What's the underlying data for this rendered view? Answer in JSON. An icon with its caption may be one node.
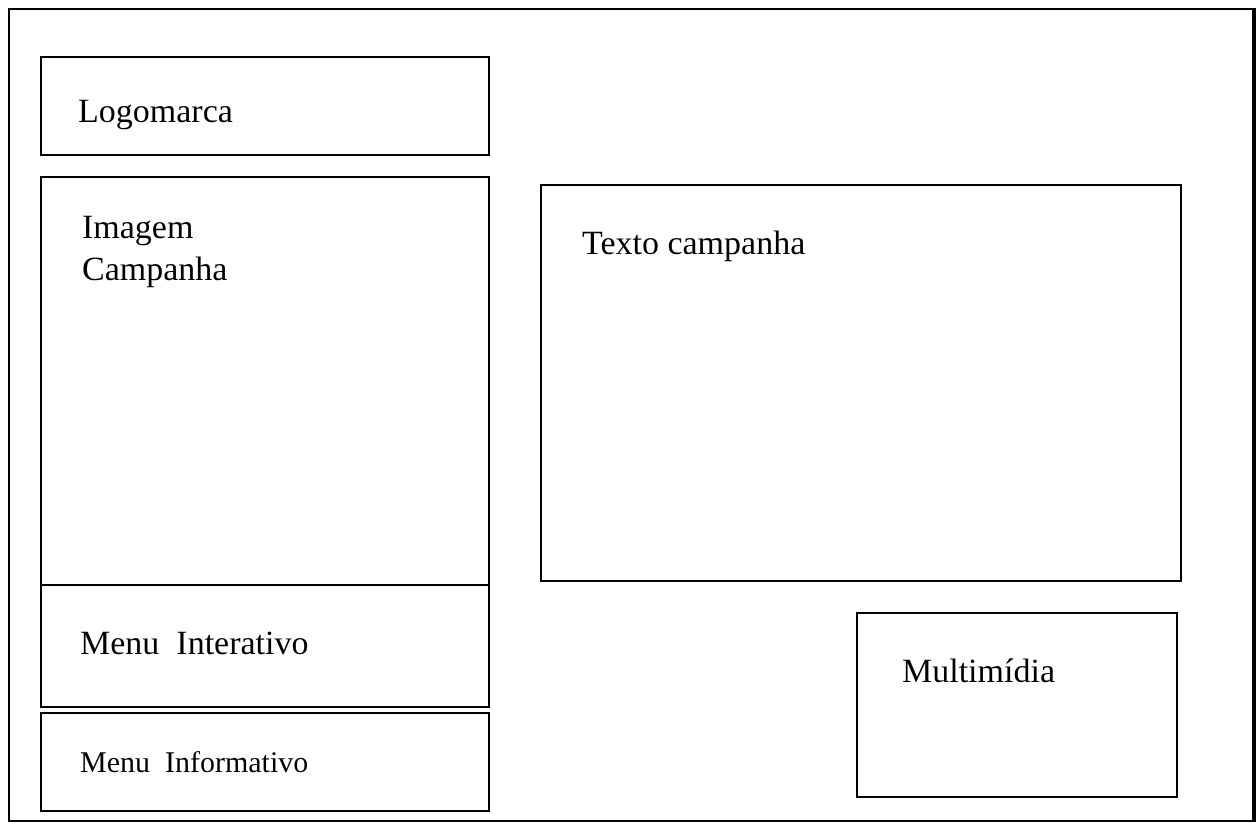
{
  "diagram": {
    "nodes": [
      {
        "text": [],
        "shape": "box"
      },
      {
        "text": [
          "Logomarca"
        ],
        "in": 0
      },
      {
        "text": [
          "Imagem Campanha"
        ],
        "in": 0
      },
      {
        "text": [
          "Texto campanha"
        ],
        "in": 0
      },
      {
        "text": [
          "Menu  Interativo"
        ],
        "in": 0
      },
      {
        "text": [
          "Multimídia"
        ],
        "in": 0
      },
      {
        "text": [
          "Menu  Informativo"
        ],
        "in": 0
      }
    ]
  }
}
